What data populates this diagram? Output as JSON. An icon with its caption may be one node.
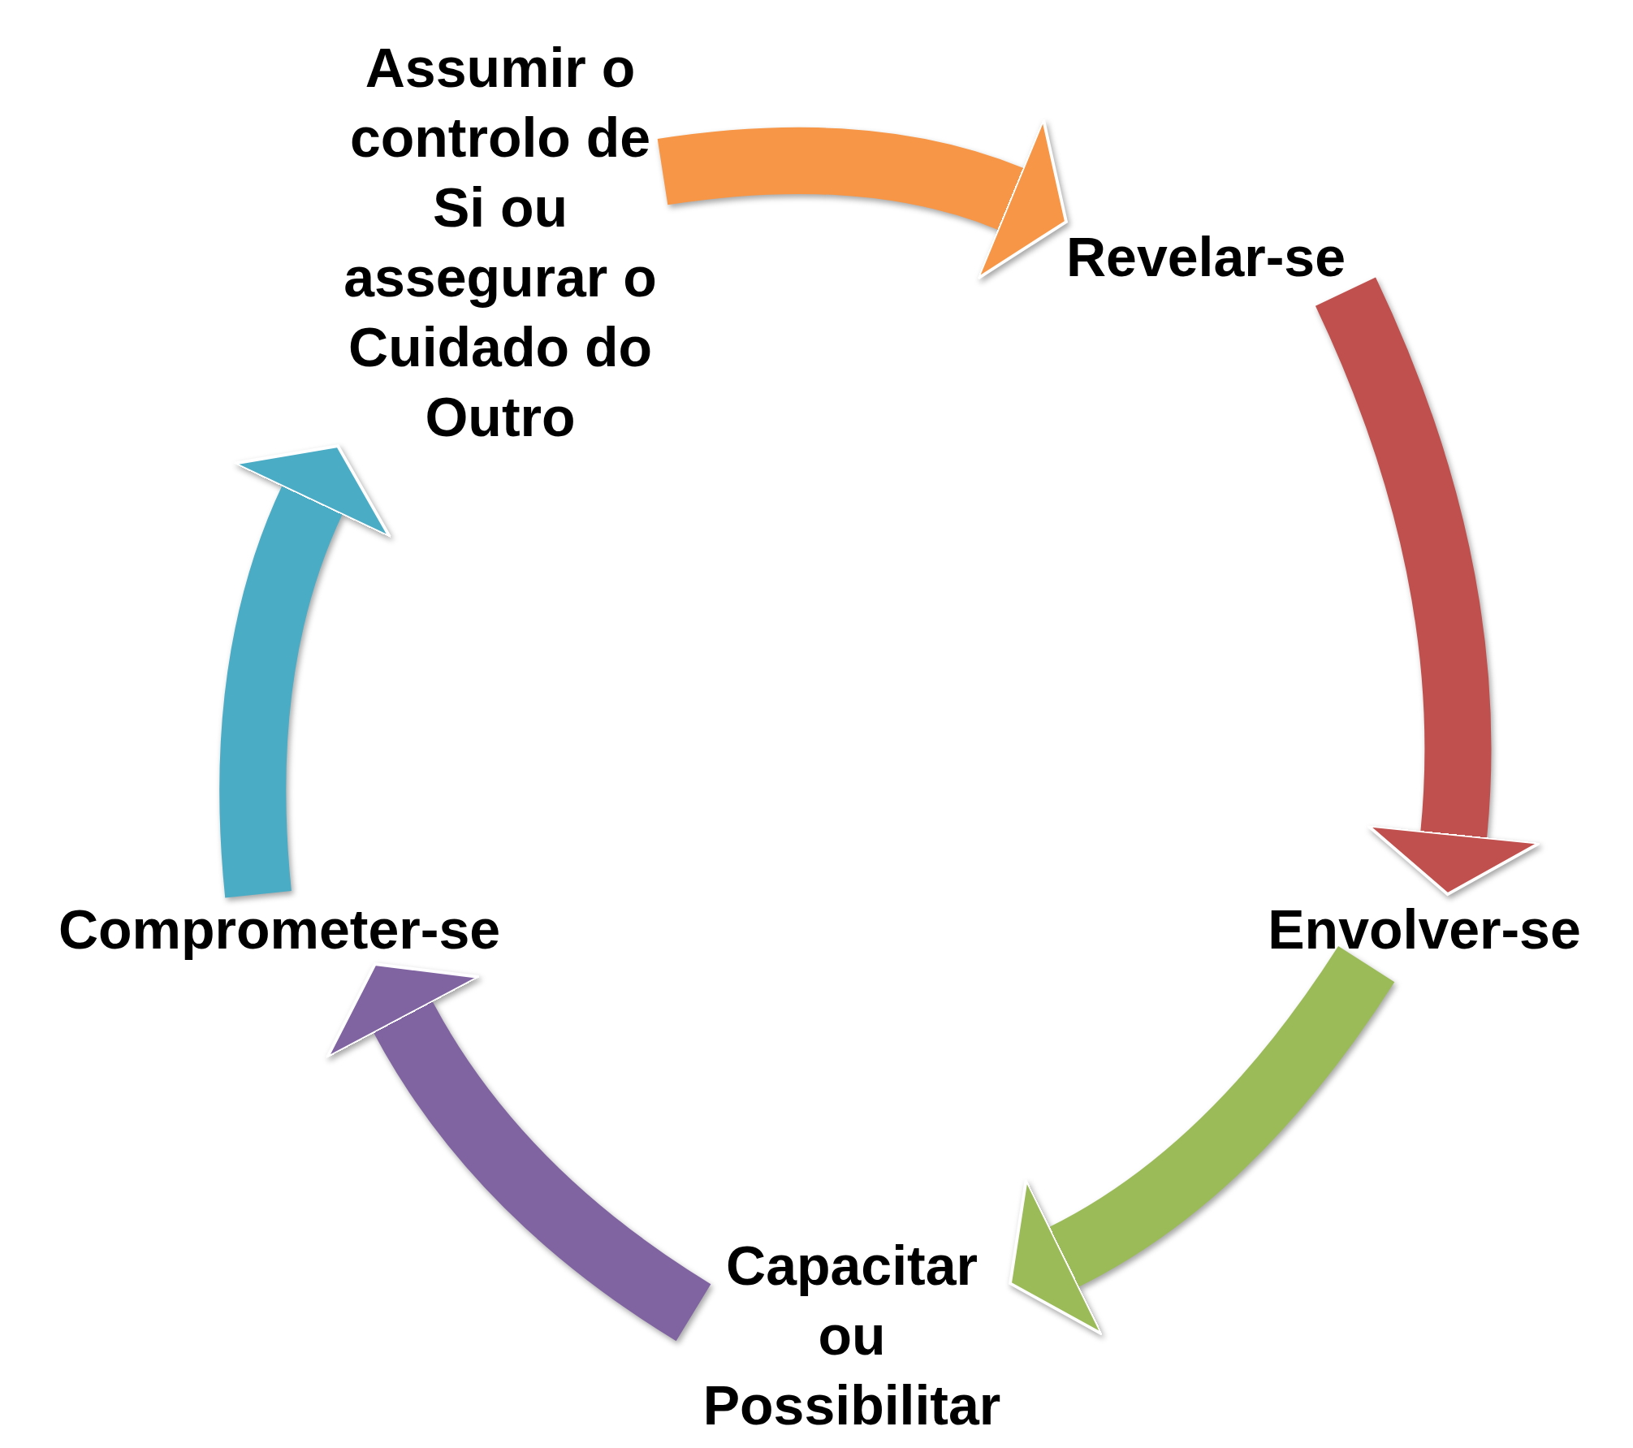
{
  "diagram": {
    "nodes": [
      {
        "text": [
          "Assumir o controlo de Si ou assegurar o Cuidado do Outro"
        ]
      },
      {
        "text": [
          "Revelar-se"
        ]
      },
      {
        "text": [
          "Envolver-se"
        ]
      },
      {
        "text": [
          "Capacitar ou Possibilitar"
        ]
      },
      {
        "text": [
          "Comprometer-se"
        ]
      }
    ],
    "edges": [
      {
        "from": 0,
        "to": 1,
        "arrow": "to",
        "color": "#f79646"
      },
      {
        "from": 1,
        "to": 2,
        "arrow": "to",
        "color": "#c0504d"
      },
      {
        "from": 2,
        "to": 3,
        "arrow": "to",
        "color": "#9bbb59"
      },
      {
        "from": 3,
        "to": 4,
        "arrow": "to",
        "color": "#8064a2"
      },
      {
        "from": 4,
        "to": 0,
        "arrow": "to",
        "color": "#4bacc6"
      }
    ]
  }
}
